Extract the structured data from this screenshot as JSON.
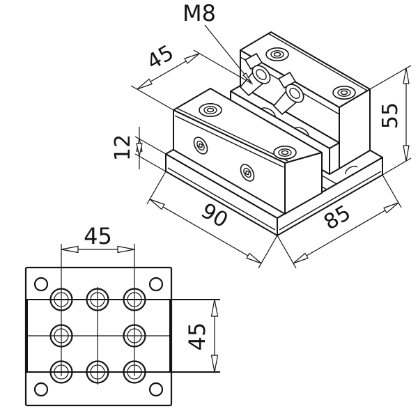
{
  "drawing": {
    "type": "mechanical technical drawing - modular clamping vise",
    "colors": {
      "line": "#141414",
      "background": "#ffffff"
    },
    "isometric_view": {
      "callout": {
        "thread_size": "M8"
      },
      "dimensions": {
        "jaw_opening": "45",
        "base_thickness": "12",
        "length": "90",
        "depth": "85",
        "height": "55"
      }
    },
    "bottom_view": {
      "dimensions": {
        "hole_spacing_horizontal": "45",
        "hole_spacing_vertical": "45"
      }
    }
  }
}
